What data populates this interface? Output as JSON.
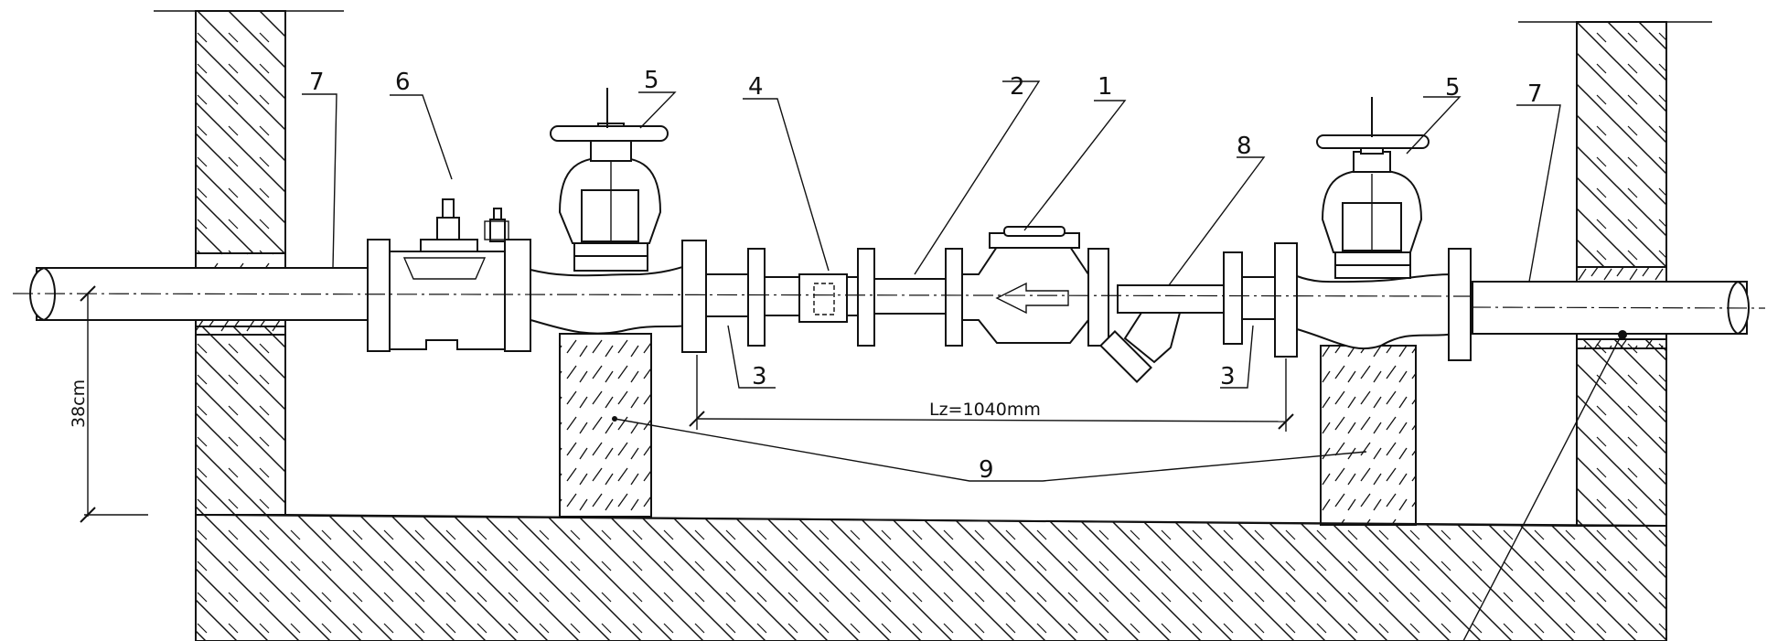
{
  "labels": {
    "l1": "1",
    "l2": "2",
    "l3a": "3",
    "l3b": "3",
    "l4": "4",
    "l5a": "5",
    "l5b": "5",
    "l6": "6",
    "l7a": "7",
    "l7b": "7",
    "l8": "8",
    "l9": "9"
  },
  "dimensions": {
    "length": "Lz=1040mm",
    "height": "38cm"
  }
}
